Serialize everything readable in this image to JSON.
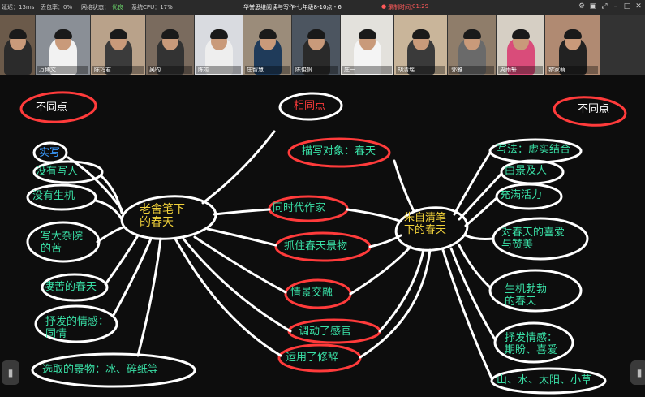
{
  "topbar": {
    "latency": "延迟：13ms",
    "packet_loss": "丢包率：0%",
    "network_status_label": "网络状态：",
    "network_status_value": "优良",
    "cpu": "系统CPU：17%",
    "meeting_title": "华誉思维阅读与写作-七年级8-10点 - 6",
    "recording_label": "录制时间：",
    "recording_time": "01:29"
  },
  "participants": [
    {
      "name": ""
    },
    {
      "name": "万博文"
    },
    {
      "name": "陈巧君"
    },
    {
      "name": "吴昀"
    },
    {
      "name": "陈竑"
    },
    {
      "name": "庄智慧"
    },
    {
      "name": "陈俊帆"
    },
    {
      "name": "庄一"
    },
    {
      "name": "胡清瑶"
    },
    {
      "name": "郭雅"
    },
    {
      "name": "周雨轩"
    },
    {
      "name": "黎家萌"
    }
  ],
  "mindmap": {
    "left_center": "老舍笔下\n的春天",
    "right_center": "朱自清笔\n下的春天",
    "left_header": "不同点",
    "right_header": "不同点",
    "middle_header": "相同点",
    "left_items": [
      "实写",
      "没有写人",
      "没有生机",
      "写大杂院\n的苦",
      "凄苦的春天",
      "抒发的情感：\n同情",
      "选取的景物：冰、碎纸等"
    ],
    "middle_items": [
      "描写对象：春天",
      "同时代作家",
      "抓住春天景物",
      "情景交融",
      "调动了感官",
      "运用了修辞"
    ],
    "right_items": [
      "写法：虚实结合",
      "由景及人",
      "充满活力",
      "对春天的喜爱\n与赞美",
      "生机勃勃\n的春天",
      "抒发情感：\n期盼、喜爱",
      "山、水、太阳、小草"
    ]
  },
  "colors": {
    "red": "#ff3b3b",
    "green": "#39e0a6",
    "yellow": "#f2d23a",
    "white": "#ffffff",
    "blue": "#3a9bff"
  }
}
